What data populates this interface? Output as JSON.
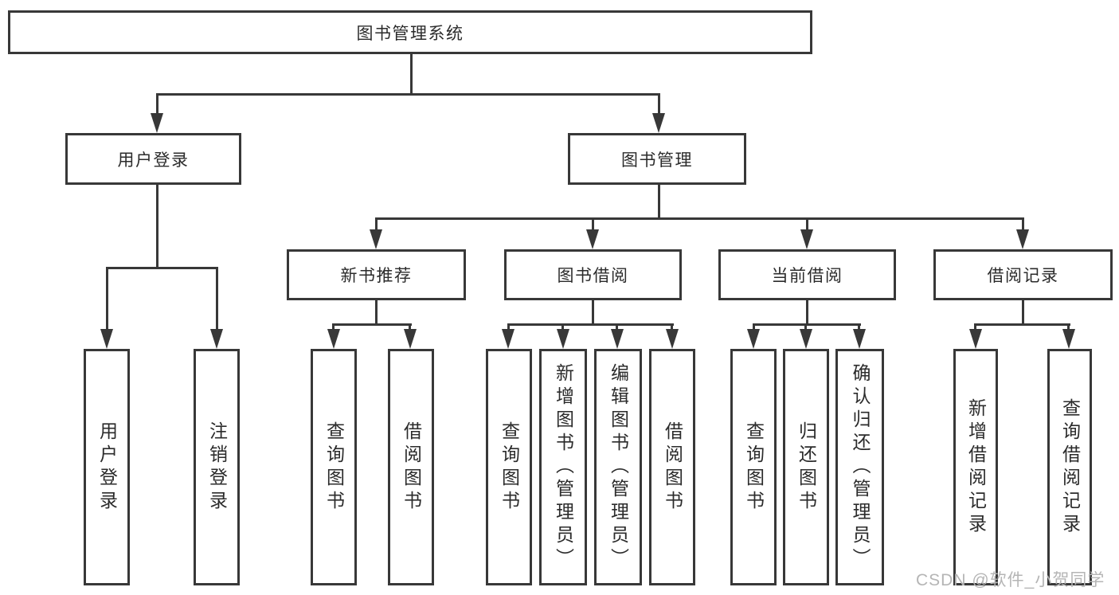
{
  "diagram": {
    "title": "图书管理系统",
    "level2": [
      {
        "label": "用户登录"
      },
      {
        "label": "图书管理"
      }
    ],
    "level3": [
      {
        "label": "新书推荐"
      },
      {
        "label": "图书借阅"
      },
      {
        "label": "当前借阅"
      },
      {
        "label": "借阅记录"
      }
    ],
    "leaves": {
      "user_login": [
        {
          "label": "用户登录"
        },
        {
          "label": "注销登录"
        }
      ],
      "new_books": [
        {
          "label": "查询图书"
        },
        {
          "label": "借阅图书"
        }
      ],
      "book_borrow": [
        {
          "label": "查询图书"
        },
        {
          "label": "新增图书（管理员）"
        },
        {
          "label": "编辑图书（管理员）"
        },
        {
          "label": "借阅图书"
        }
      ],
      "current_borrow": [
        {
          "label": "查询图书"
        },
        {
          "label": "归还图书"
        },
        {
          "label": "确认归还（管理员）"
        }
      ],
      "borrow_records": [
        {
          "label": "新增借阅记录"
        },
        {
          "label": "查询借阅记录"
        }
      ]
    }
  },
  "watermark": "CSDN @软件_小贺同学",
  "colors": {
    "line": "#383838",
    "text": "#2b2b2b",
    "box_background": "#ffffff",
    "watermark": "#b5b5b5"
  }
}
